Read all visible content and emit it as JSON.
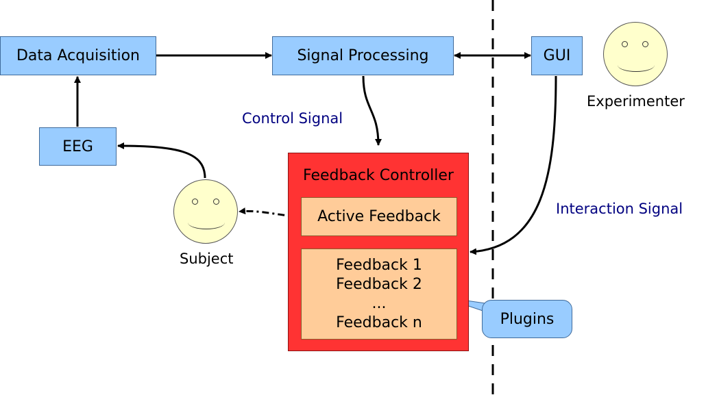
{
  "nodes": {
    "data_acquisition": "Data Acquisition",
    "signal_processing": "Signal Processing",
    "gui": "GUI",
    "eeg": "EEG",
    "feedback_controller": "Feedback Controller",
    "active_feedback": "Active Feedback",
    "plugins": "Plugins"
  },
  "feedback_list": [
    "Feedback 1",
    "Feedback 2",
    "...",
    "Feedback n"
  ],
  "actors": {
    "experimenter": "Experimenter",
    "subject": "Subject"
  },
  "edge_labels": {
    "control_signal": "Control Signal",
    "interaction_signal": "Interaction Signal"
  },
  "colors": {
    "box_blue": "#99ccff",
    "controller_red": "#ff3333",
    "feedback_orange": "#ffcc99",
    "face_yellow": "#ffffcc",
    "label_navy": "#000080"
  }
}
